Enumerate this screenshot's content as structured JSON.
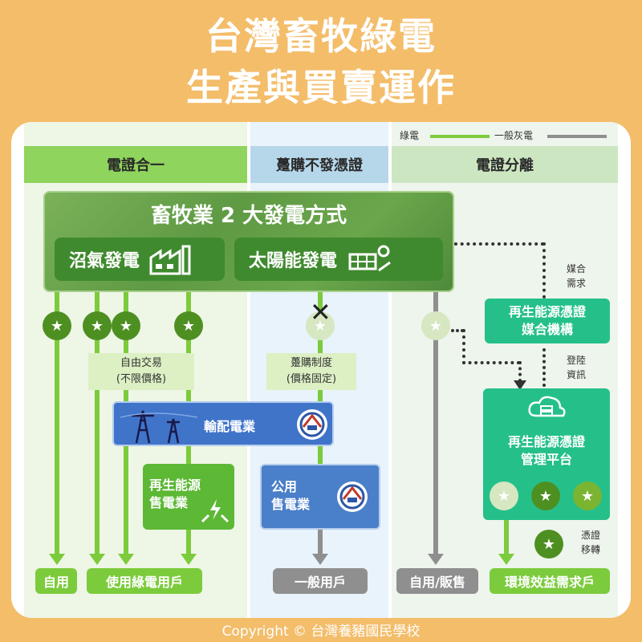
{
  "title": {
    "line1": "台灣畜牧綠電",
    "line2": "生產與買賣運作"
  },
  "legend": {
    "green": "綠電",
    "gray": "一般灰電"
  },
  "columns": [
    {
      "label": "電證合一"
    },
    {
      "label": "躉購不發憑證"
    },
    {
      "label": "電證分離"
    }
  ],
  "farm": {
    "title": "畜牧業 2 大發電方式",
    "methods": [
      {
        "label": "沼氣發電",
        "icon": "factory-icon"
      },
      {
        "label": "太陽能發電",
        "icon": "solar-panel-icon"
      }
    ]
  },
  "labels": {
    "free_trade": {
      "line1": "自由交易",
      "line2": "(不限價格)"
    },
    "feed_in": {
      "line1": "躉購制度",
      "line2": "(價格固定)"
    },
    "grid": "輸配電業",
    "renewable_retailer": {
      "line1": "再生能源",
      "line2": "售電業"
    },
    "public_retailer": {
      "line1": "公用",
      "line2": "售電業"
    },
    "matching_org": {
      "line1": "再生能源憑證",
      "line2": "媒合機構"
    },
    "cert_platform": {
      "line1": "再生能源憑證",
      "line2": "管理平台"
    },
    "matching_demand": {
      "line1": "媒合",
      "line2": "需求"
    },
    "login_info": {
      "line1": "登陸",
      "line2": "資訊"
    },
    "cert_transfer": {
      "line1": "憑證",
      "line2": "移轉"
    }
  },
  "bottom": {
    "self_use": "自用",
    "green_users": "使用綠電用戶",
    "general_users": "一般用戶",
    "self_use_sell": "自用/販售",
    "env_demand": "環境效益需求戶"
  },
  "copyright": "Copyright © 台灣養豬國民學校",
  "colors": {
    "background": "#f3bd6a",
    "green_line": "#7ccb3c",
    "gray_line": "#8f8f8f",
    "grid_blue": "#3f74c9",
    "teal": "#25c08a"
  }
}
